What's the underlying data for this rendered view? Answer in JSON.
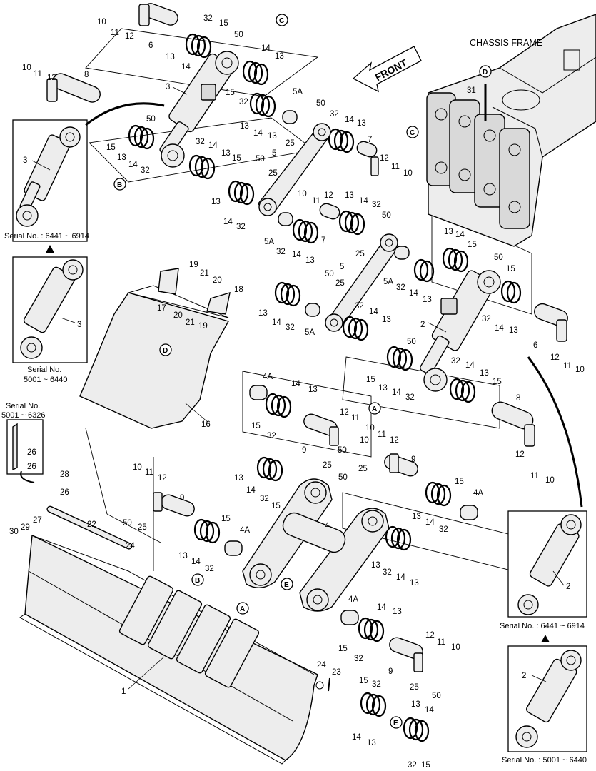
{
  "labels": {
    "chassis_frame": "CHASSIS FRAME",
    "front": "FRONT"
  },
  "ref_markers": [
    "A",
    "B",
    "C",
    "D",
    "E"
  ],
  "serial_captions": {
    "upper_left_new": "Serial No. : 6441 ~ 6914",
    "upper_left_old_line1": "Serial No.",
    "upper_left_old_line2": "5001 ~ 6440",
    "left_bracket_line1": "Serial No.",
    "left_bracket_line2": "5001 ~ 6326",
    "lower_right_new": "Serial No. : 6441 ~ 6914",
    "lower_right_old": "Serial No. : 5001 ~ 6440"
  },
  "part_numbers": [
    "1",
    "2",
    "3",
    "4",
    "4A",
    "5",
    "5A",
    "6",
    "7",
    "8",
    "9",
    "10",
    "11",
    "12",
    "13",
    "14",
    "15",
    "16",
    "17",
    "18",
    "19",
    "20",
    "21",
    "22",
    "23",
    "24",
    "25",
    "26",
    "27",
    "28",
    "29",
    "30",
    "31",
    "32",
    "50"
  ],
  "colors": {
    "line": "#000000",
    "fill": "#ededed",
    "background": "#ffffff"
  }
}
